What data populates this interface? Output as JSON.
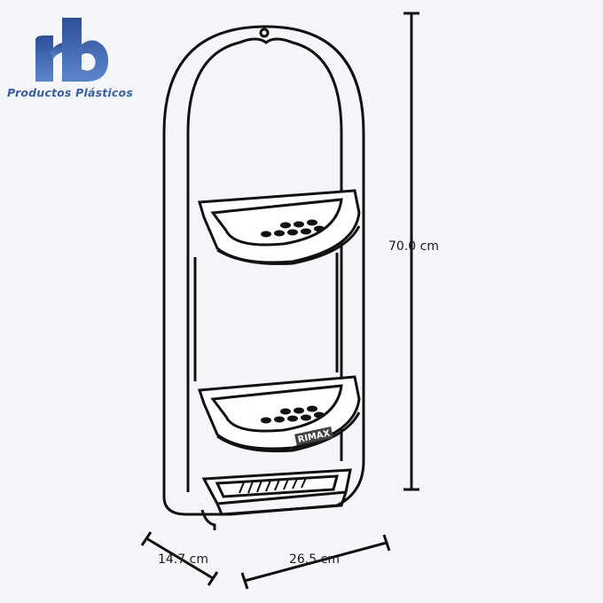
{
  "logo": {
    "letters": "rb",
    "brand": "Productos Plásticos",
    "color": "#3b63ad"
  },
  "product": {
    "marking": "RIMAX"
  },
  "dimensions": {
    "height": "70.0 cm",
    "depth": "14.7 cm",
    "width": "26.5 cm"
  }
}
